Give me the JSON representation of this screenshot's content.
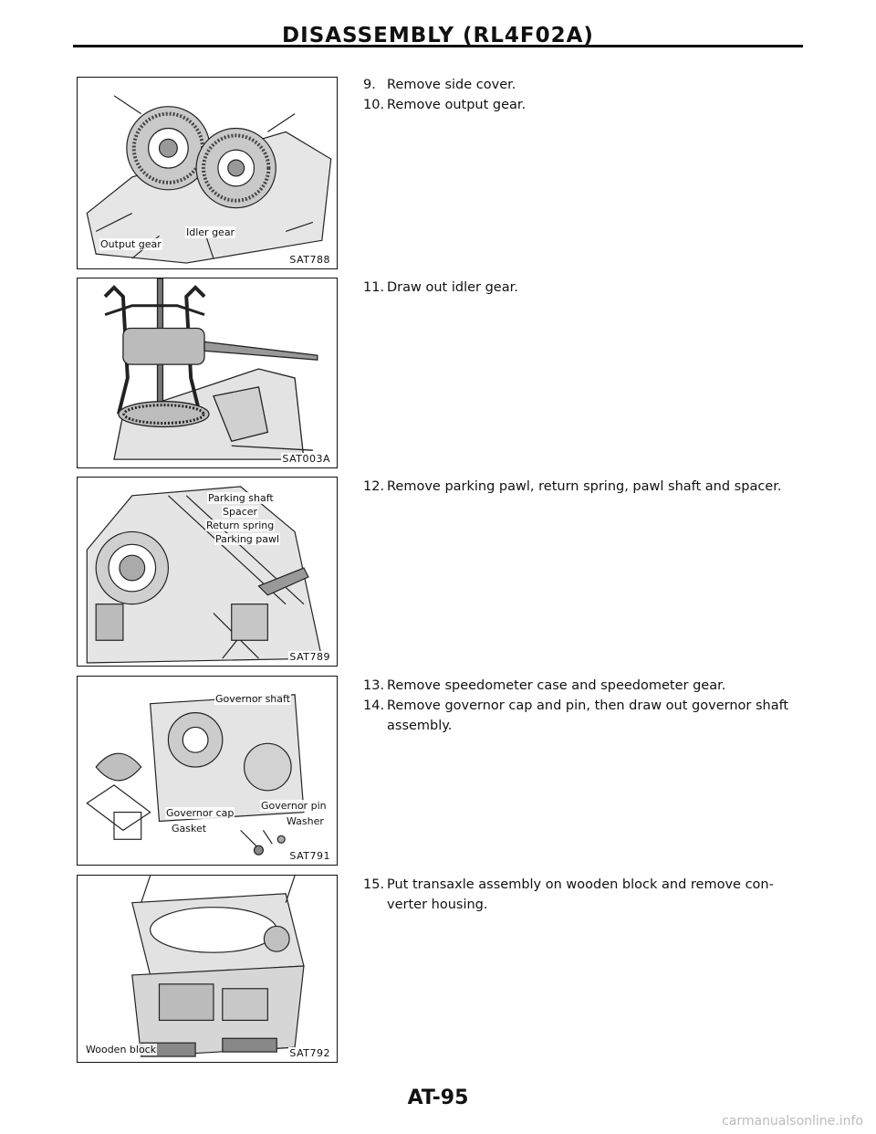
{
  "header": {
    "title": "DISASSEMBLY (RL4F02A)"
  },
  "figures": [
    {
      "code": "SAT788",
      "labels": [
        "Idler gear",
        "Output gear"
      ]
    },
    {
      "code": "SAT003A",
      "labels": []
    },
    {
      "code": "SAT789",
      "labels": [
        "Parking shaft",
        "Spacer",
        "Return spring",
        "Parking pawl"
      ]
    },
    {
      "code": "SAT791",
      "labels": [
        "Governor shaft",
        "Governor cap",
        "Governor pin",
        "Gasket",
        "Washer"
      ]
    },
    {
      "code": "SAT792",
      "labels": [
        "Wooden block"
      ]
    }
  ],
  "steps": [
    {
      "num": "9.",
      "text": "Remove side cover."
    },
    {
      "num": "10.",
      "text": "Remove output gear."
    },
    {
      "num": "11.",
      "text": "Draw out idler gear."
    },
    {
      "num": "12.",
      "text": "Remove parking pawl, return spring, pawl shaft and spacer."
    },
    {
      "num": "13.",
      "text": "Remove speedometer case and speedometer gear."
    },
    {
      "num": "14.",
      "text": "Remove governor cap and pin, then draw out governor shaft",
      "cont": "assembly."
    },
    {
      "num": "15.",
      "text": "Put transaxle assembly on wooden block and remove con-",
      "cont": "verter housing."
    }
  ],
  "footer": {
    "page": "AT-95"
  },
  "watermark": {
    "text": "carmanualsonline.info"
  }
}
